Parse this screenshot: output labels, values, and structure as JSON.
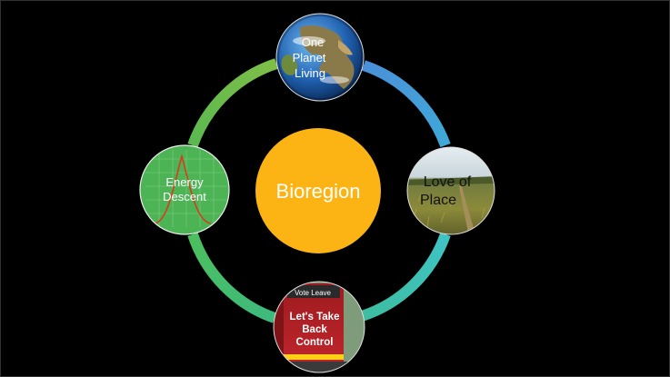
{
  "center": {
    "label": "Bioregion",
    "color": "#FBB414"
  },
  "nodes": {
    "top": {
      "label_lines": [
        "One",
        "Planet",
        "Living"
      ],
      "image": "earth-globe"
    },
    "right": {
      "label_lines": [
        "Love of",
        "Place"
      ],
      "image": "grass-field"
    },
    "bottom": {
      "image": "vote-leave-bus",
      "bus_header": "Vote Leave",
      "bus_slogan_lines": [
        "Let's Take",
        "Back",
        "Control"
      ]
    },
    "left": {
      "label_lines": [
        "Energy",
        "Descent"
      ],
      "image": "bell-curve-graph"
    }
  },
  "ring_colors": {
    "top_left": "#74B84A",
    "top_right": "#4A90D9",
    "bottom_right": "#3DBDB1",
    "bottom_left": "#3DB86A"
  }
}
